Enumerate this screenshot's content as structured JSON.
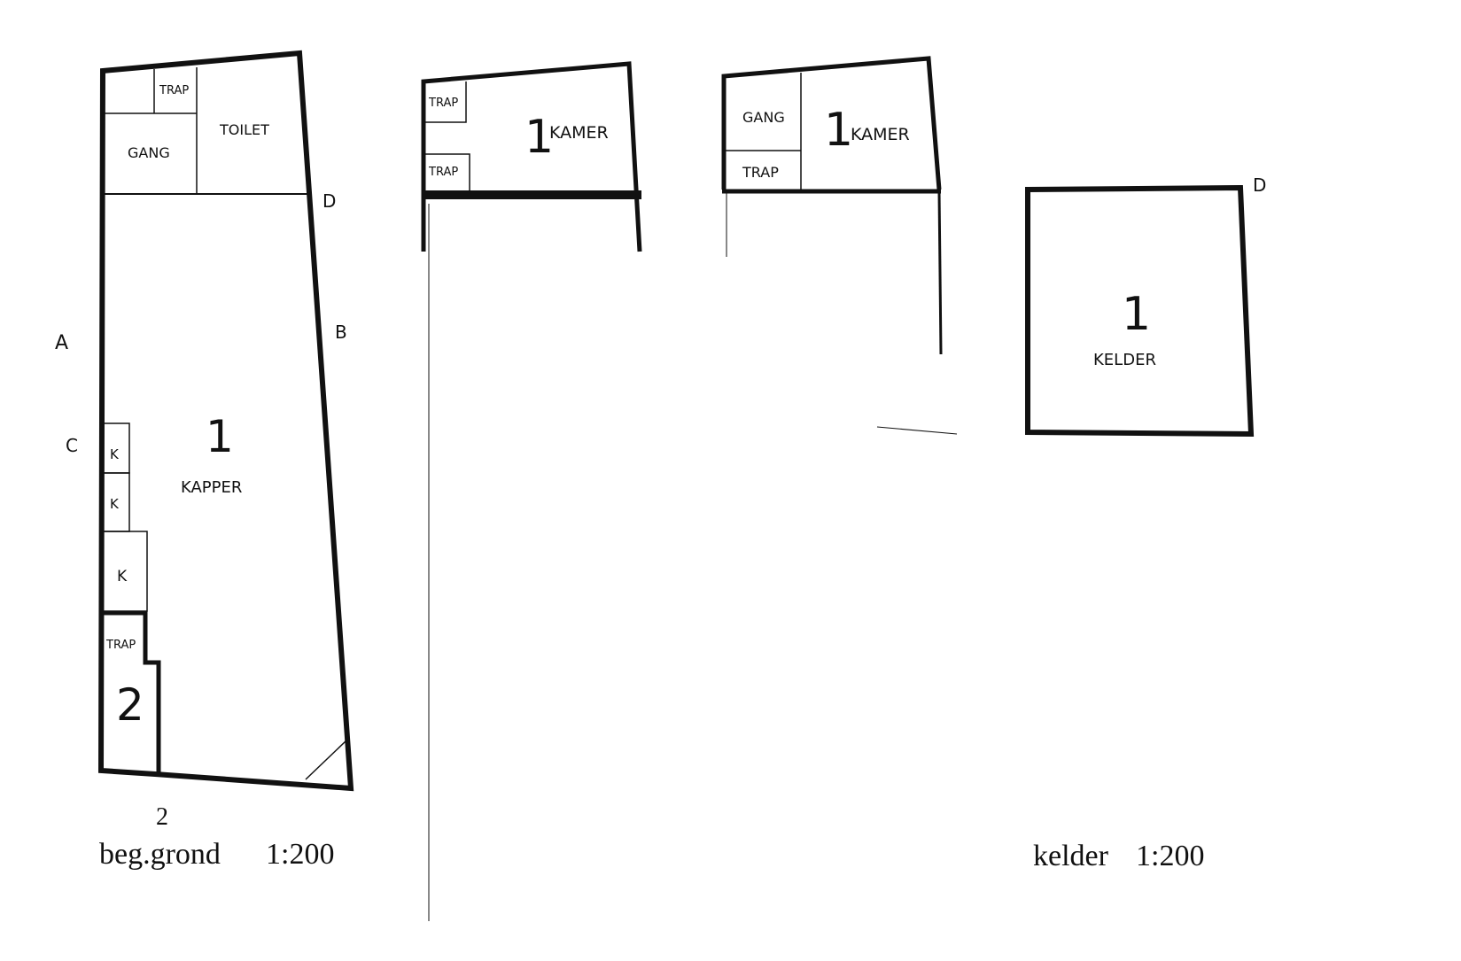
{
  "plans": {
    "ground": {
      "caption": "beg.grond",
      "scale": "1:200",
      "side_labels": {
        "a": "A",
        "b": "B",
        "c": "C",
        "d": "D",
        "bottom": "2"
      },
      "rooms": {
        "trap_top": "TRAP",
        "gang": "GANG",
        "toilet": "TOILET",
        "main_number": "1",
        "main_name": "KAPPER",
        "k1": "K",
        "k2": "K",
        "k3": "K",
        "trap_unit2": "TRAP",
        "unit2_number": "2"
      }
    },
    "floor_middle": {
      "rooms": {
        "trap_upper": "TRAP",
        "trap_lower": "TRAP",
        "number": "1",
        "name": "KAMER"
      }
    },
    "floor_right": {
      "rooms": {
        "gang": "GANG",
        "trap": "TRAP",
        "number": "1",
        "name": "KAMER"
      }
    },
    "cellar": {
      "caption": "kelder",
      "scale": "1:200",
      "corner_label": "D",
      "rooms": {
        "number": "1",
        "name": "KELDER"
      }
    }
  },
  "colors": {
    "ink": "#111111",
    "paper": "#ffffff"
  }
}
